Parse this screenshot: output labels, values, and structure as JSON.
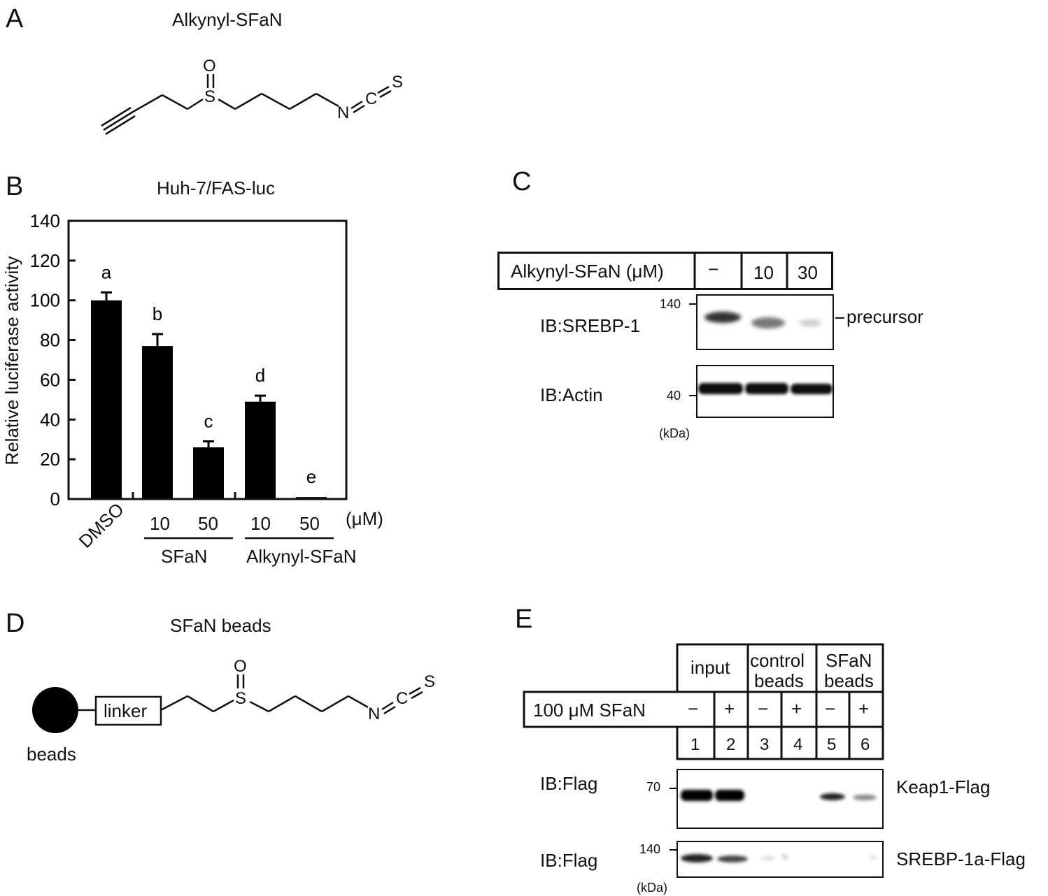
{
  "panels": {
    "a": {
      "letter": "A",
      "title": "Alkynyl-SFaN",
      "atoms": {
        "o": "O",
        "s": "S",
        "n": "N",
        "c": "C",
        "s2": "S"
      }
    },
    "b": {
      "letter": "B",
      "title": "Huh-7/FAS-luc",
      "unit": "(μM)",
      "group_sfan": "SFaN",
      "group_alkynyl": "Alkynyl-SFaN",
      "dose_labels": [
        "10",
        "50",
        "10",
        "50"
      ],
      "dmso": "DMSO"
    },
    "c": {
      "letter": "C",
      "treatment_label": "Alkynyl-SFaN (μM)",
      "doses": [
        "−",
        "10",
        "30"
      ],
      "blot1_label": "IB:SREBP-1",
      "blot1_marker": "140",
      "blot1_band": "precursor",
      "blot2_label": "IB:Actin",
      "blot2_marker": "40",
      "kda": "(kDa)"
    },
    "d": {
      "letter": "D",
      "title": "SFaN beads",
      "linker": "linker",
      "beads": "beads",
      "atoms": {
        "o": "O",
        "s": "S",
        "n": "N",
        "c": "C",
        "s2": "S"
      }
    },
    "e": {
      "letter": "E",
      "groups": [
        "input",
        "control\nbeads",
        "SFaN\nbeads"
      ],
      "group1": "input",
      "group2a": "control",
      "group2b": "beads",
      "group3a": "SFaN",
      "group3b": "beads",
      "treatment_label": "100 μM SFaN",
      "signs": [
        "−",
        "+",
        "−",
        "+",
        "−",
        "+"
      ],
      "lanes": [
        "1",
        "2",
        "3",
        "4",
        "5",
        "6"
      ],
      "blot1_label": "IB:Flag",
      "blot1_marker": "70",
      "blot1_protein": "Keap1-Flag",
      "blot2_label": "IB:Flag",
      "blot2_marker": "140",
      "blot2_protein": "SREBP-1a-Flag",
      "kda": "(kDa)"
    }
  },
  "chart_data": {
    "type": "bar",
    "categories": [
      "DMSO",
      "SFaN 10",
      "SFaN 50",
      "Alkynyl-SFaN 10",
      "Alkynyl-SFaN 50"
    ],
    "values": [
      100,
      77,
      26,
      49,
      1
    ],
    "errors": [
      4,
      6,
      3,
      3,
      0
    ],
    "letters": [
      "a",
      "b",
      "c",
      "d",
      "e"
    ],
    "ylabel": "Relative luciferase activity",
    "ylim": [
      0,
      140
    ],
    "yticks": [
      0,
      20,
      40,
      60,
      80,
      100,
      120,
      140
    ],
    "bar_color": "#000000"
  }
}
